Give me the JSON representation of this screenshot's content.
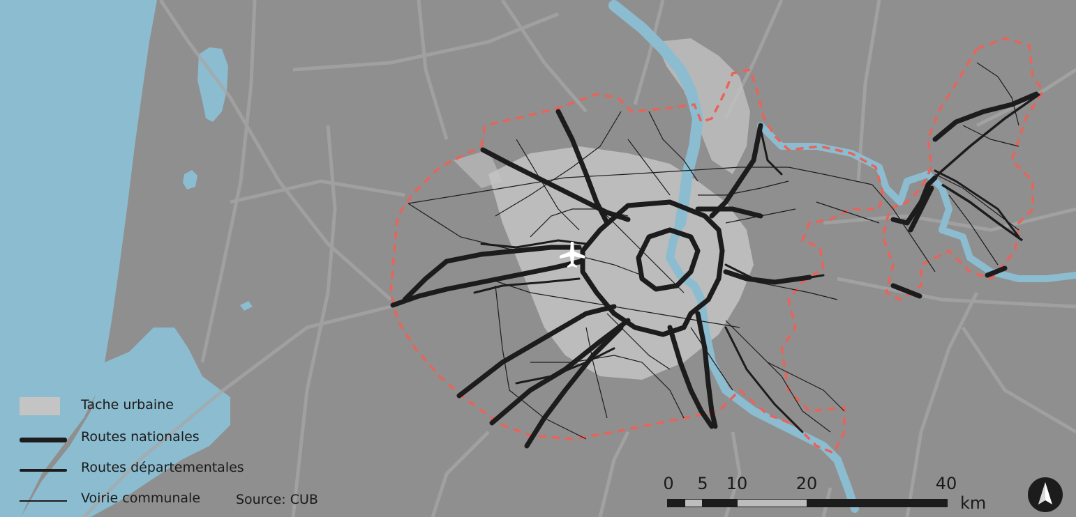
{
  "legend": {
    "urban_label": "Tache urbaine",
    "national_label": "Routes nationales",
    "departmental_label": "Routes départementales",
    "communal_label": "Voirie communale",
    "source_label": "Source:  CUB"
  },
  "scale_bar": {
    "ticks": [
      "0",
      "5",
      "10",
      "20",
      "40"
    ],
    "unit": "km"
  },
  "icons": {
    "airport": "airplane-icon",
    "north": "north-arrow-icon"
  },
  "colors": {
    "background": "#8f8f8f",
    "water": "#8cbcd0",
    "urban": "#c4c4c4",
    "boundary": "#e8645a",
    "road": "#1c1c1c",
    "minor_road": "#a8a8a8"
  }
}
